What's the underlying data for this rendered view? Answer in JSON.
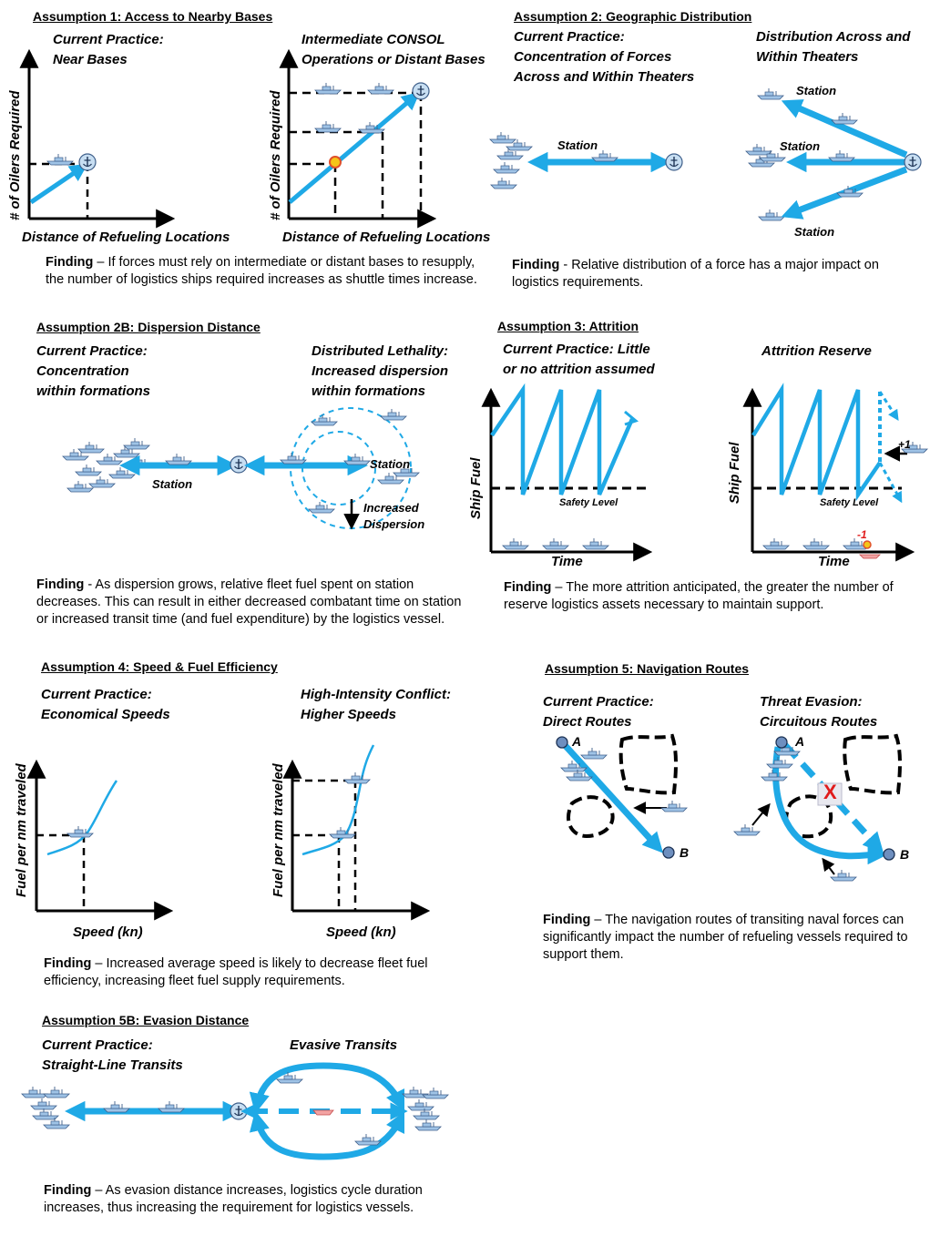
{
  "colors": {
    "arrow": "#1fa9e6",
    "ship": "#9fc3e6",
    "ship_stroke": "#3f5f8a",
    "attrition": "#e01b1b"
  },
  "a1": {
    "title": "Assumption 1: Access to Nearby Bases",
    "left_caption": [
      "Current Practice:",
      "Near Bases"
    ],
    "right_caption": [
      "Intermediate CONSOL",
      "Operations or Distant Bases"
    ],
    "yaxis": "# of Oilers Required",
    "xaxis": "Distance of Refueling Locations",
    "finding_bold": "Finding",
    "finding": " – If forces must rely on intermediate or distant bases to resupply, the number of logistics ships required increases as shuttle times increase."
  },
  "a2": {
    "title": "Assumption 2: Geographic Distribution",
    "left_caption": [
      "Current Practice:",
      "Concentration of Forces",
      "Across and Within Theaters"
    ],
    "right_caption": [
      "Distribution Across and",
      "Within Theaters"
    ],
    "station": "Station",
    "finding_bold": "Finding",
    "finding": " - Relative distribution of a force has a major impact on logistics requirements."
  },
  "a2b": {
    "title": "Assumption 2B: Dispersion Distance",
    "left_caption": [
      "Current Practice:",
      "Concentration",
      "within formations"
    ],
    "right_caption": [
      "Distributed Lethality:",
      "Increased dispersion",
      "within formations"
    ],
    "station": "Station",
    "increased": "Increased",
    "dispersion": "Dispersion",
    "finding_bold": "Finding",
    "finding": " - As dispersion grows, relative fleet fuel spent on station decreases. This can result in either decreased combatant time on station or increased transit time (and fuel expenditure) by the logistics vessel."
  },
  "a3": {
    "title": "Assumption 3: Attrition",
    "left_caption": [
      "Current Practice: Little",
      "or no attrition assumed"
    ],
    "right_caption": [
      "Attrition Reserve"
    ],
    "yaxis": "Ship Fuel",
    "xaxis": "Time",
    "safety": "Safety Level",
    "plus": "+1",
    "minus": "-1",
    "finding_bold": "Finding",
    "finding": " – The more attrition anticipated, the greater the number of reserve logistics assets necessary to maintain support."
  },
  "a4": {
    "title": "Assumption 4: Speed & Fuel Efficiency",
    "left_caption": [
      "Current Practice:",
      "Economical Speeds"
    ],
    "right_caption": [
      "High-Intensity Conflict:",
      "Higher Speeds"
    ],
    "yaxis": "Fuel per nm traveled",
    "xaxis": "Speed (kn)",
    "finding_bold": "Finding",
    "finding": " – Increased average speed is likely to decrease fleet fuel efficiency, increasing fleet fuel supply requirements."
  },
  "a5": {
    "title": "Assumption 5: Navigation Routes",
    "left_caption": [
      "Current Practice:",
      "Direct Routes"
    ],
    "right_caption": [
      "Threat Evasion:",
      "Circuitous Routes"
    ],
    "point_a": "A",
    "point_b": "B",
    "x": "X",
    "finding_bold": "Finding",
    "finding": " – The navigation routes of transiting naval forces can significantly impact the number of refueling vessels required to support them."
  },
  "a5b": {
    "title": "Assumption 5B: Evasion Distance",
    "left_caption": [
      "Current Practice:",
      "Straight-Line Transits"
    ],
    "right_caption": [
      "Evasive Transits"
    ],
    "finding_bold": "Finding",
    "finding": " – As evasion distance increases, logistics cycle duration increases, thus increasing the requirement for logistics vessels."
  }
}
